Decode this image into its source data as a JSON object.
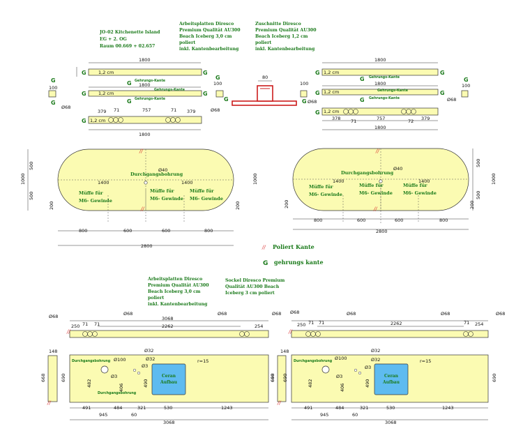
{
  "notes": {
    "project": [
      "JO-02 Kitchenette Island",
      "EG + 2. OG",
      "Raum 00.669 + 02.657"
    ],
    "top_plates": [
      "Arbeitsplatten Diresco",
      "Premium Qualität AU300",
      "Beach Iceberg 3,0 cm",
      "poliert",
      "inkl. Kantenbearbeitung"
    ],
    "top_cuts": [
      "Zuschnitte Diresco",
      "Premium Qualität AU300",
      "Beach Iceberg 1,2 cm",
      "poliert",
      "inkl. Kantenbearbeitung"
    ],
    "bottom_plates": [
      "Arbeitsplatten Diresco",
      "Premium Qualität AU300",
      "Beach Iceberg 3,0 cm",
      "poliert",
      "inkl. Kantenbearbeitung"
    ],
    "bottom_sockel": [
      "Sockel Diresco Premium",
      "Qualität AU300 Beach",
      "Iceberg 3 cm poliert"
    ]
  },
  "strips": {
    "length": "1800",
    "thickness": "1,2 cm",
    "edge_label": "Gehrungs-Kante",
    "end_width": "100",
    "hole_label": "Ø68",
    "dims_left": [
      "379",
      "757",
      "379"
    ],
    "dims_right": [
      "378",
      "757",
      "379"
    ],
    "hole_gap": "71",
    "hole_gap_right": "72",
    "section_width": "80"
  },
  "ovals": {
    "length": "2800",
    "half_length": "1400",
    "depth": "1000",
    "half_depth": "500",
    "edge_offset": "200",
    "spacing": [
      "800",
      "600",
      "600",
      "800"
    ],
    "through_hole": "Durchgangsbohrung",
    "through_hole_diameter": "Ø40",
    "sleeve": [
      "Müffe für",
      "M6- Gewinde"
    ]
  },
  "legend": {
    "polished_symbol": "//",
    "polished": "Poliert Kante",
    "miter_symbol": "G",
    "miter": "gehrungs kante"
  },
  "bottom": {
    "total_length": "3068",
    "inner_length": "2262",
    "hole_label": "Ø68",
    "small_dims": [
      "250",
      "71",
      "71",
      "254"
    ],
    "sockel_width": "148",
    "sockel_height": "668",
    "depth": "690",
    "dim_482": "482",
    "dim_406": "406",
    "dim_490": "490",
    "hole_100": "Ø100",
    "hole_32": "Ø32",
    "hole_3": "Ø3",
    "radius": "r=15",
    "ceran": [
      "Ceran",
      "Aufbau"
    ],
    "through_hole": "Durchgangsbohrung",
    "spacing": [
      "491",
      "484",
      "321",
      "530",
      "1243"
    ],
    "sub_dims": [
      "945",
      "60"
    ]
  }
}
